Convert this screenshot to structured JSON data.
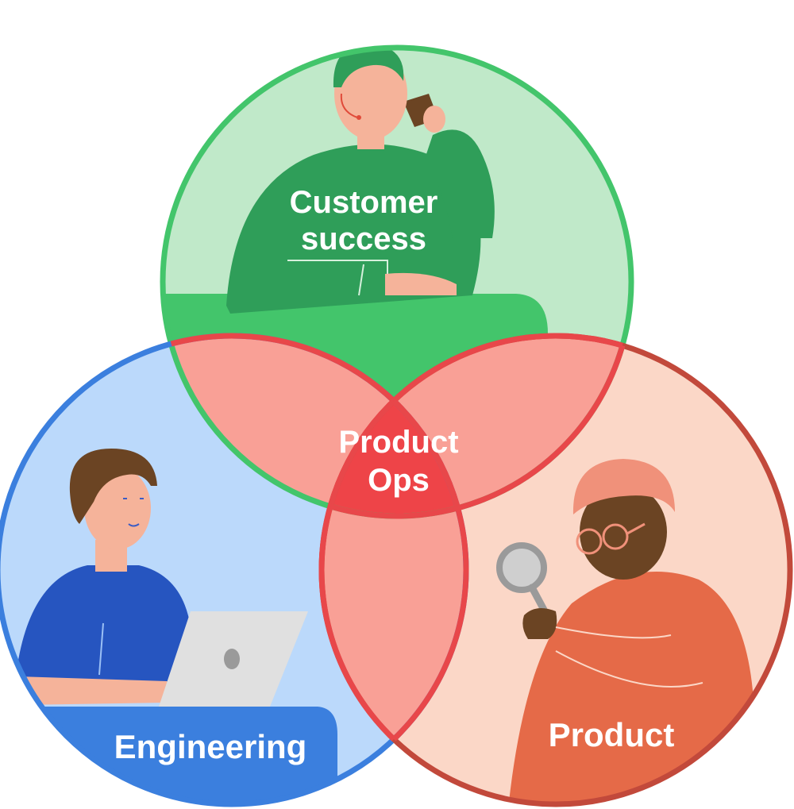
{
  "diagram": {
    "type": "venn",
    "circles": [
      {
        "id": "customer-success",
        "label_lines": [
          "Customer",
          "success"
        ],
        "fill": "#c0e9c9",
        "stroke": "#43c56b",
        "figure_color": "#2f9e59",
        "figure_desc": "person with headset drinking coffee"
      },
      {
        "id": "engineering",
        "label_lines": [
          "Engineering"
        ],
        "fill": "#bbd9fb",
        "stroke": "#3b7fde",
        "figure_color": "#2655c0",
        "figure_desc": "person with laptop"
      },
      {
        "id": "product",
        "label_lines": [
          "Product"
        ],
        "fill": "#fbd7c7",
        "stroke": "#c2493b",
        "figure_color": "#e56a48",
        "figure_desc": "person with magnifying glass"
      }
    ],
    "center": {
      "label_lines": [
        "Product",
        "Ops"
      ],
      "fill": "#ee4448",
      "overlap_fill": "#f9a096",
      "overlap_stroke": "#e8474a"
    }
  }
}
